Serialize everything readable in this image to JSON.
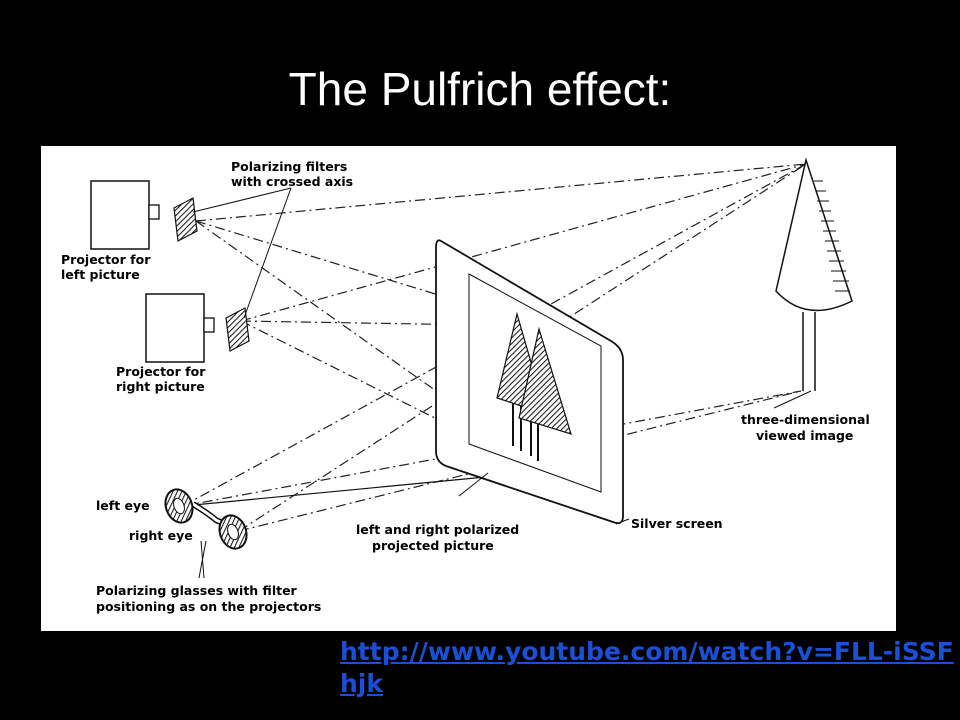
{
  "slide": {
    "title": "The Pulfrich effect:",
    "link_text": "http://www.youtube.com/watch?v=FLL-iSSFhjk"
  },
  "diagram": {
    "labels": {
      "filters_line1": "Polarizing filters",
      "filters_line2": "with crossed axis",
      "proj_left_line1": "Projector for",
      "proj_left_line2": "left picture",
      "proj_right_line1": "Projector for",
      "proj_right_line2": "right picture",
      "left_eye": "left eye",
      "right_eye": "right eye",
      "glasses_line1": "Polarizing glasses with filter",
      "glasses_line2": "positioning as on the projectors",
      "polarized_line1": "left and right polarized",
      "polarized_line2": "projected picture",
      "silver_screen": "Silver screen",
      "image_line1": "three-dimensional",
      "image_line2": "viewed image"
    }
  },
  "colors": {
    "background": "#000000",
    "title": "#ffffff",
    "link": "#1a4fd6",
    "figure_bg": "#ffffff"
  }
}
